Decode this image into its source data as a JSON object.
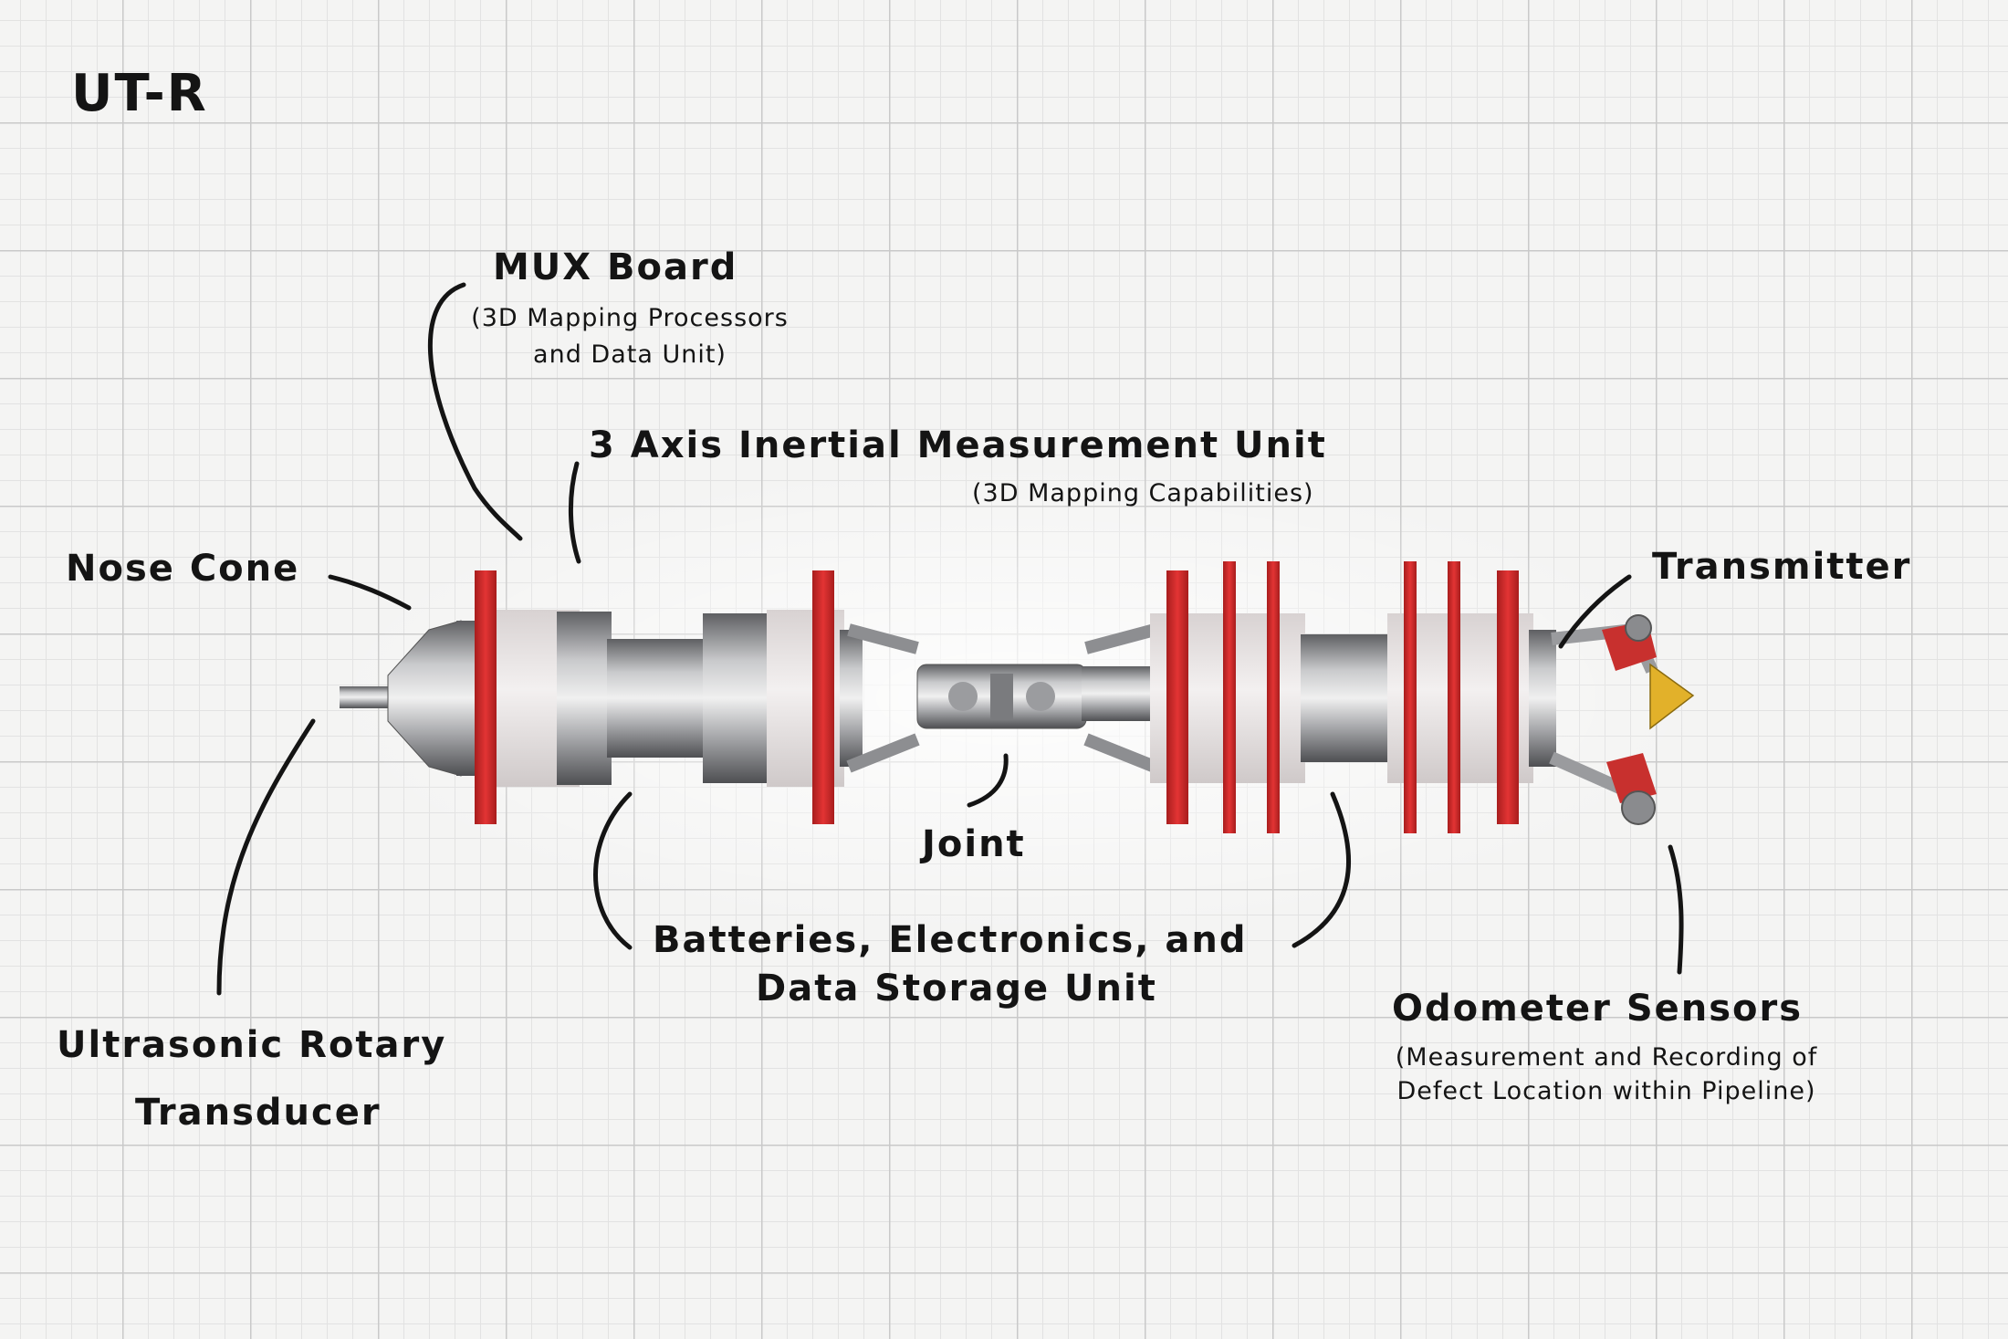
{
  "title": "UT-R",
  "labels": {
    "mux_board": "MUX Board",
    "mux_board_sub_1": "(3D Mapping Processors",
    "mux_board_sub_2": "and Data Unit)",
    "imu": "3 Axis Inertial Measurement Unit",
    "imu_sub": "(3D Mapping Capabilities)",
    "nose_cone": "Nose Cone",
    "transmitter": "Transmitter",
    "joint": "Joint",
    "batteries_1": "Batteries, Electronics, and",
    "batteries_2": "Data Storage Unit",
    "transducer_1": "Ultrasonic Rotary",
    "transducer_2": "Transducer",
    "odometer": "Odometer Sensors",
    "odometer_sub_1": "(Measurement and Recording of",
    "odometer_sub_2": "Defect Location within Pipeline)"
  },
  "colors": {
    "ink": "#141414",
    "steel_dark": "#6f7073",
    "steel_light": "#d4d5d7",
    "housing": "#e6e1e1",
    "flange_red": "#d22a2a",
    "yellow_tip": "#e2b12a"
  }
}
